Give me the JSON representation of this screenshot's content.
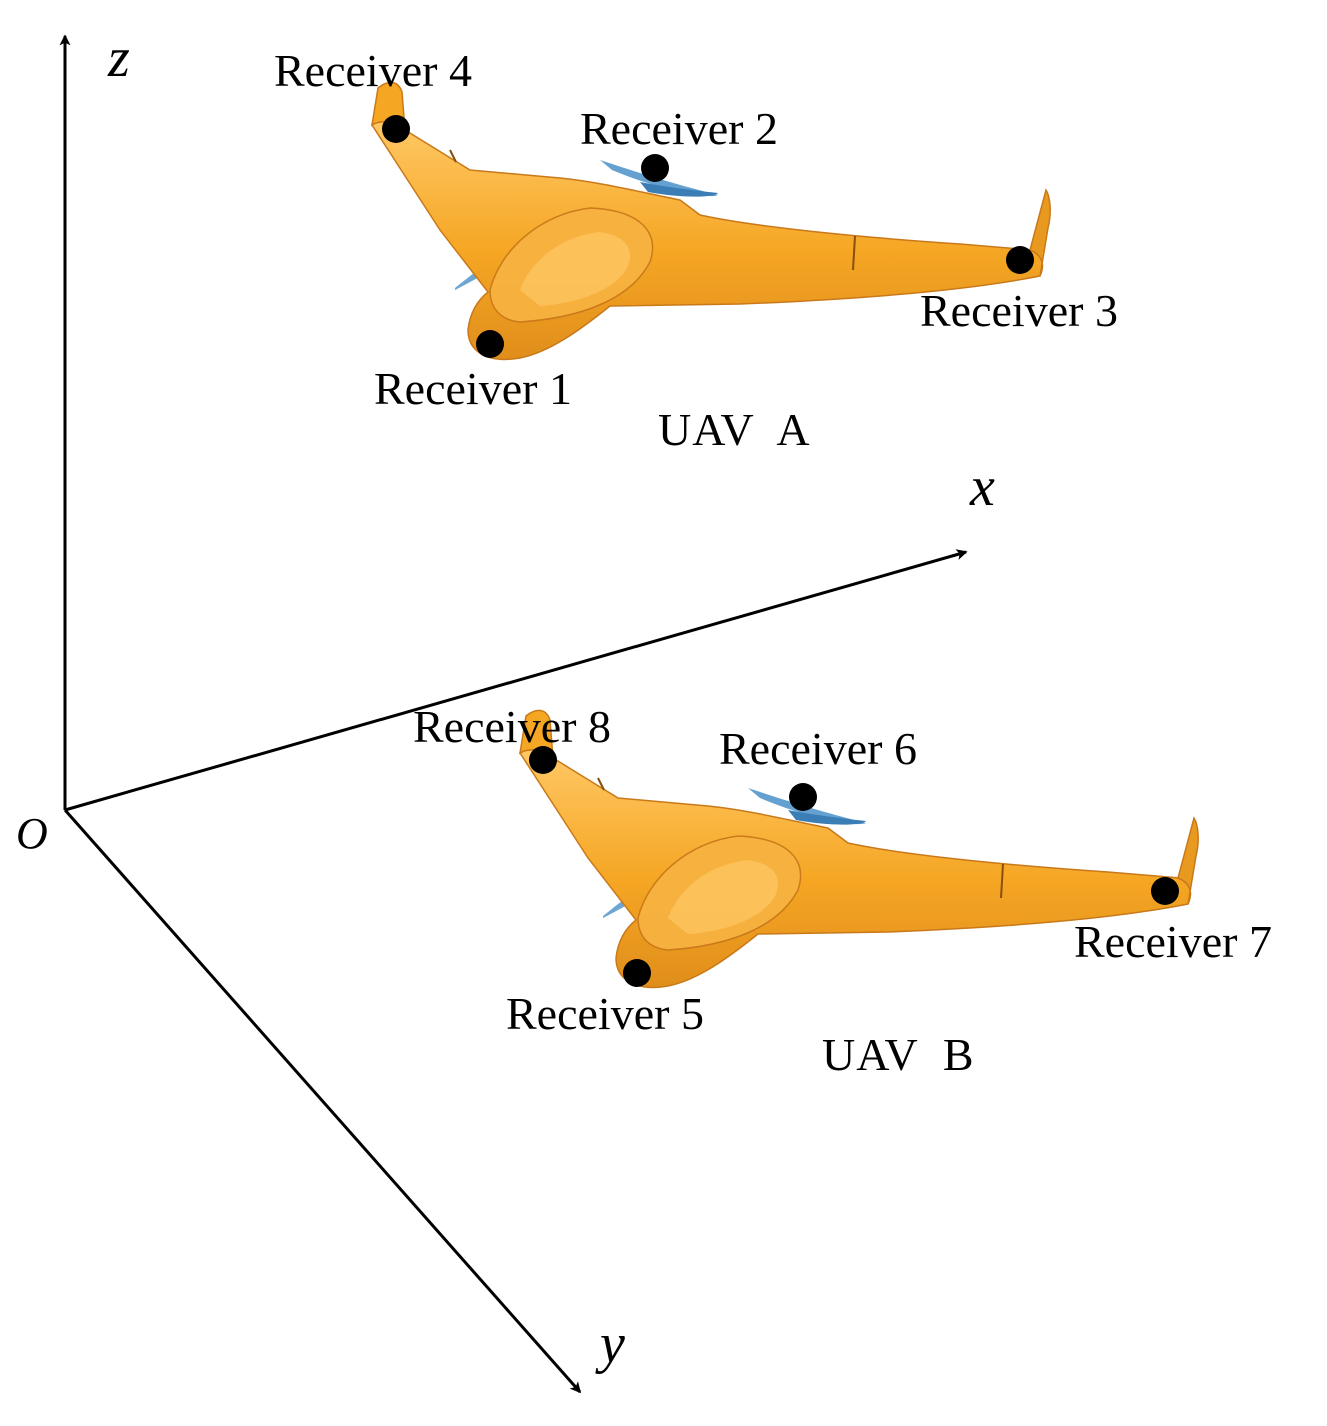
{
  "axes": {
    "z": "z",
    "x": "x",
    "y": "y",
    "origin": "O"
  },
  "uavs": [
    {
      "name": "UAV  A",
      "receivers": [
        "Receiver 1",
        "Receiver 2",
        "Receiver 3",
        "Receiver 4"
      ]
    },
    {
      "name": "UAV  B",
      "receivers": [
        "Receiver 5",
        "Receiver 6",
        "Receiver 7",
        "Receiver 8"
      ]
    }
  ],
  "colors": {
    "aircraft_body": "#F5A623",
    "aircraft_shade": "#E08E1B",
    "aircraft_light": "#FFC865",
    "propeller": "#4A90C8",
    "receiver_marker": "#000000",
    "axis": "#000000"
  }
}
